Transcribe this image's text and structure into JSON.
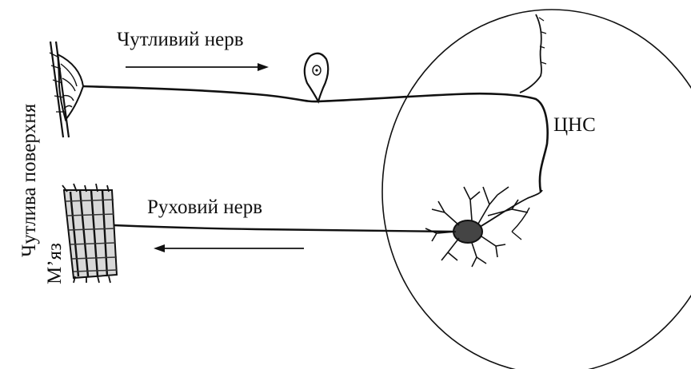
{
  "diagram": {
    "labels": {
      "sensory_nerve": "Чутливий нерв",
      "motor_nerve": "Руховий нерв",
      "cns": "ЦНС",
      "sensitive_surface": "Чутлива поверхня",
      "muscle": "М’яз"
    },
    "colors": {
      "ink": "#111111",
      "background": "#ffffff"
    },
    "arrows": {
      "sensory_direction": "right",
      "motor_direction": "left"
    }
  }
}
